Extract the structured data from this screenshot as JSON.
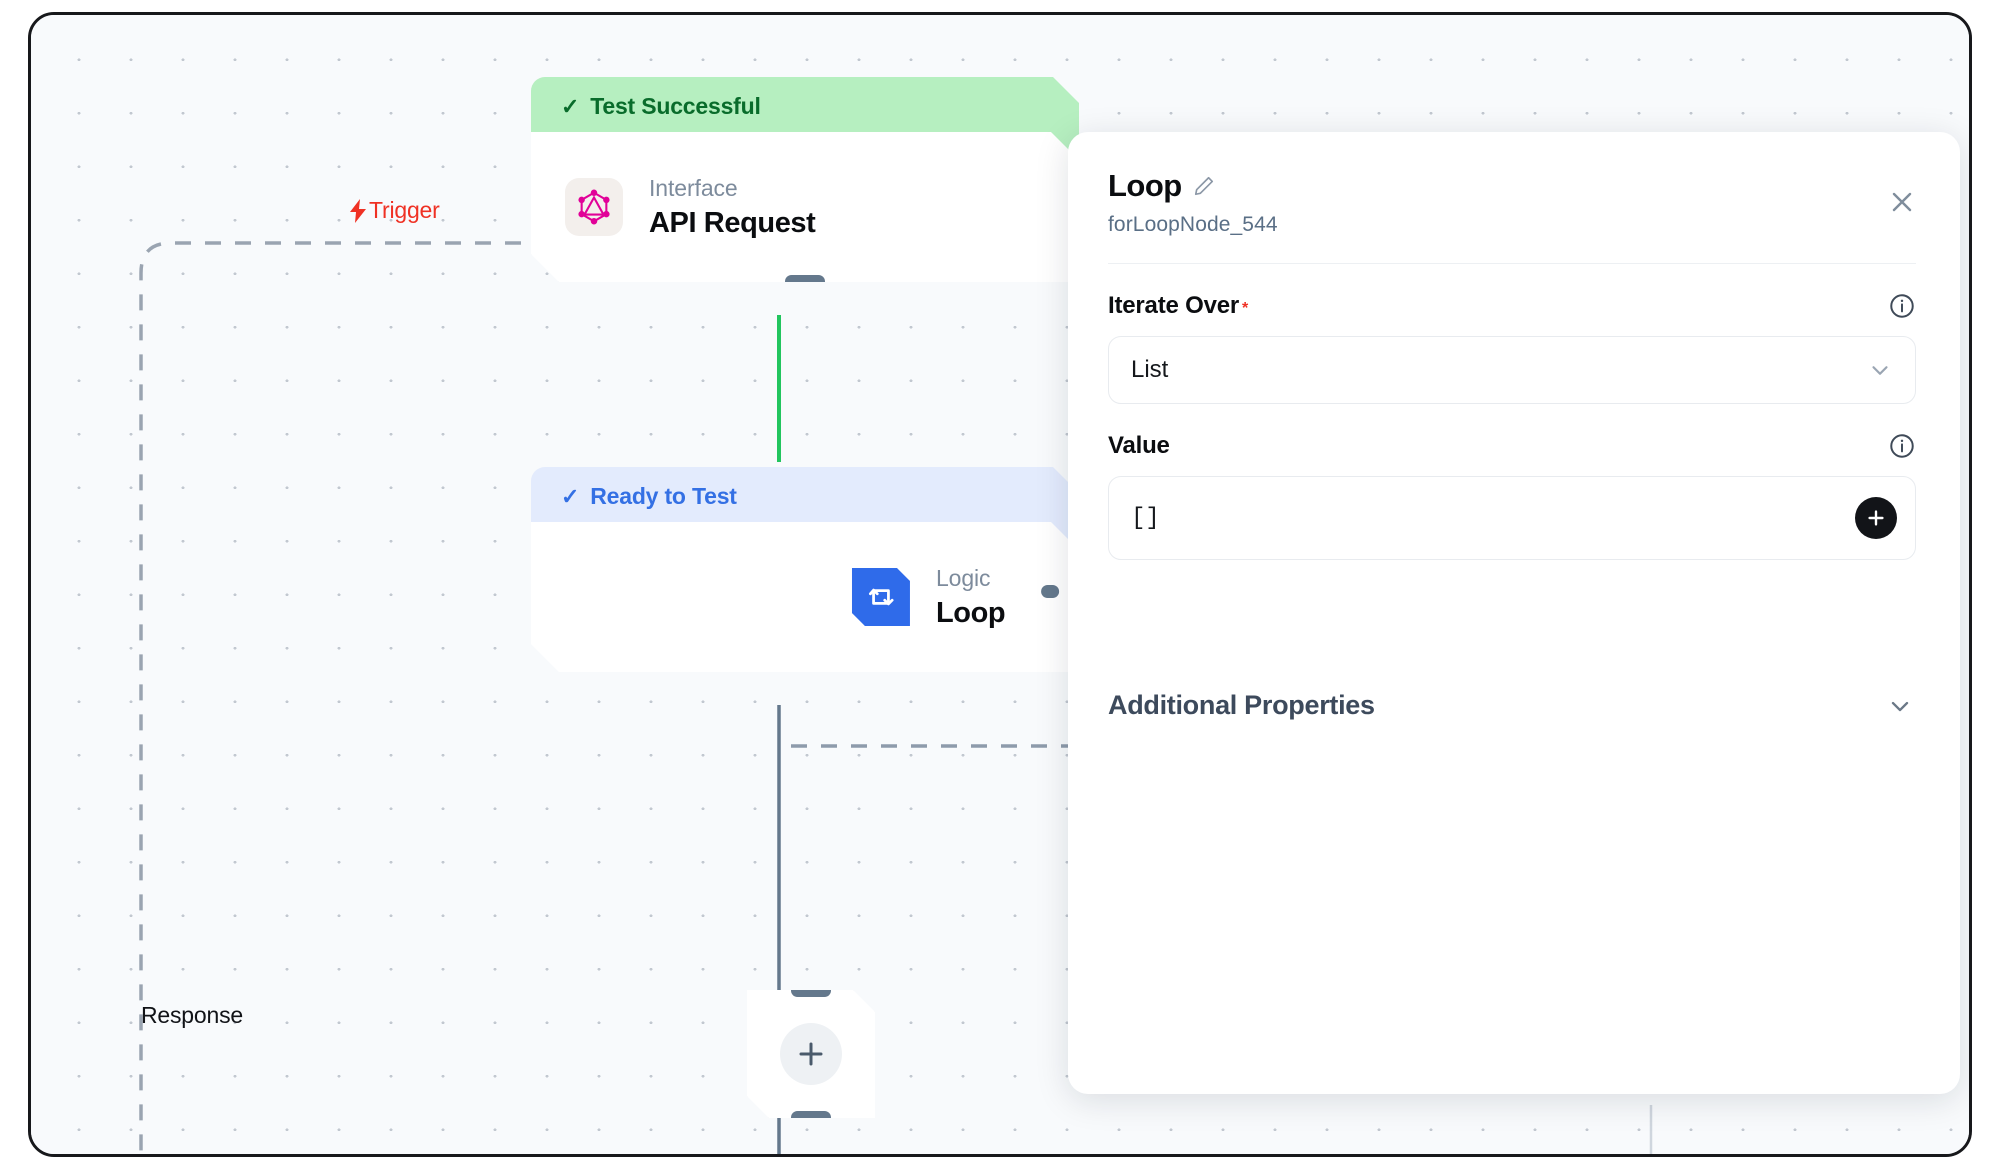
{
  "canvas": {
    "trigger_label": "Trigger",
    "response_label": "Response",
    "add_node_icon": "plus-icon"
  },
  "nodes": [
    {
      "status": "Test Successful",
      "status_icon": "check-icon",
      "kind": "Interface",
      "title": "API Request",
      "icon": "graphql-icon"
    },
    {
      "status": "Ready to Test",
      "status_icon": "check-icon",
      "kind": "Logic",
      "title": "Loop",
      "icon": "loop-icon"
    }
  ],
  "panel": {
    "title": "Loop",
    "edit_icon": "pencil-icon",
    "subtitle": "forLoopNode_544",
    "close_icon": "close-icon",
    "fields": [
      {
        "label": "Iterate Over",
        "required": "*",
        "info_icon": "info-icon",
        "value": "List",
        "chevron_icon": "chevron-down-icon"
      },
      {
        "label": "Value",
        "info_icon": "info-icon",
        "value": "[]",
        "add_icon": "plus-icon"
      }
    ],
    "additional_properties": {
      "label": "Additional Properties",
      "chevron_icon": "chevron-down-icon"
    }
  },
  "colors": {
    "success_bg": "#b6efc0",
    "success_text": "#096c2b",
    "ready_bg": "#e3ebfd",
    "ready_text": "#3470e4",
    "trigger": "#ef3124",
    "edge_active": "#22c55e",
    "edge_idle": "#64788c",
    "loop_icon": "#2f6bea",
    "graphql_icon": "#e10098"
  }
}
